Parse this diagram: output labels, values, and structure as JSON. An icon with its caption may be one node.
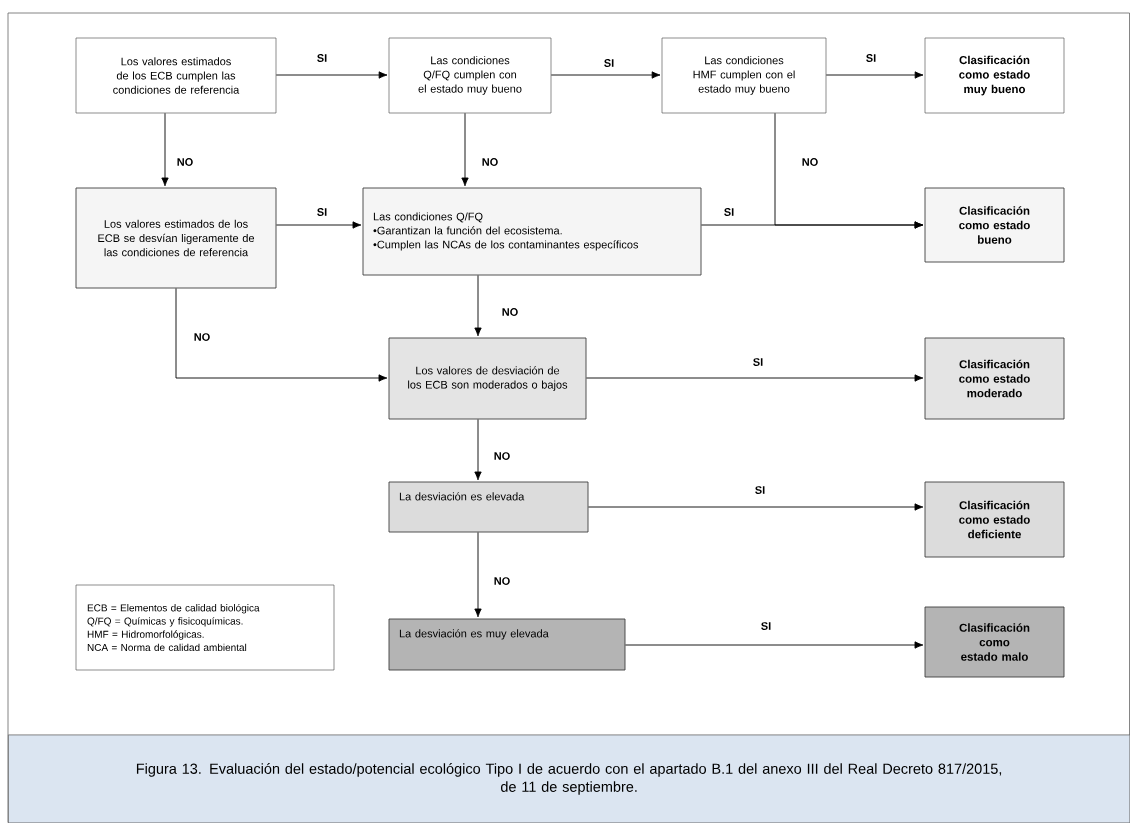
{
  "diagram": {
    "caption": "Figura 13. Evaluación del estado/potencial ecológico Tipo I de acuerdo con el apartado B.1 del anexo III del Real Decreto 817/2015, de 11 de septiembre.",
    "nodes": [
      {
        "text": [
          "Los valores estimados de los ECB cumplen las condiciones de referencia"
        ]
      },
      {
        "text": [
          "Las condiciones Q/FQ cumplen con el estado muy bueno"
        ]
      },
      {
        "text": [
          "Las condiciones HMF cumplen con el estado muy bueno"
        ]
      },
      {
        "text": [
          "Clasificación como estado muy bueno"
        ]
      },
      {
        "text": [
          "Los valores estimados de los ECB se desvían ligeramente de las condiciones de referencia"
        ]
      },
      {
        "text": [
          "Las condiciones Q/FQ",
          "•Garantizan la función del ecosistema.",
          "•Cumplen las NCAs de los contaminantes específicos"
        ]
      },
      {
        "text": [
          "Clasificación como estado bueno"
        ]
      },
      {
        "text": [
          "Los valores de desviación de los ECB son moderados o bajos"
        ]
      },
      {
        "text": [
          "Clasificación como estado moderado"
        ]
      },
      {
        "text": [
          "La desviación es elevada"
        ]
      },
      {
        "text": [
          "Clasificación como estado deficiente"
        ]
      },
      {
        "text": [
          "La desviación es muy elevada"
        ]
      },
      {
        "text": [
          "Clasificación como estado malo"
        ]
      },
      {
        "text": [
          "ECB = Elementos de calidad biológica",
          "Q/FQ = Químicas y fisicoquímicas.",
          "HMF = Hidromorfológicas.",
          "NCA = Norma de calidad ambiental"
        ]
      }
    ],
    "edges": [
      {
        "from": 0,
        "to": 1,
        "arrow": "to",
        "label": "SI"
      },
      {
        "from": 1,
        "to": 2,
        "arrow": "to",
        "label": "SI"
      },
      {
        "from": 2,
        "to": 3,
        "arrow": "to",
        "label": "SI"
      },
      {
        "from": 0,
        "to": 4,
        "arrow": "to",
        "label": "NO"
      },
      {
        "from": 1,
        "to": 5,
        "arrow": "to",
        "label": "NO"
      },
      {
        "from": 2,
        "to": 6,
        "arrow": "to",
        "label": "NO"
      },
      {
        "from": 4,
        "to": 5,
        "arrow": "to",
        "label": "SI"
      },
      {
        "from": 5,
        "to": 6,
        "arrow": "to",
        "label": "SI"
      },
      {
        "from": 4,
        "to": 7,
        "arrow": "to",
        "label": "NO"
      },
      {
        "from": 5,
        "to": 7,
        "arrow": "to",
        "label": "NO"
      },
      {
        "from": 7,
        "to": 8,
        "arrow": "to",
        "label": "SI"
      },
      {
        "from": 7,
        "to": 9,
        "arrow": "to",
        "label": "NO"
      },
      {
        "from": 9,
        "to": 10,
        "arrow": "to",
        "label": "SI"
      },
      {
        "from": 9,
        "to": 11,
        "arrow": "to",
        "label": "NO"
      },
      {
        "from": 11,
        "to": 12,
        "arrow": "to",
        "label": "SI"
      }
    ]
  }
}
